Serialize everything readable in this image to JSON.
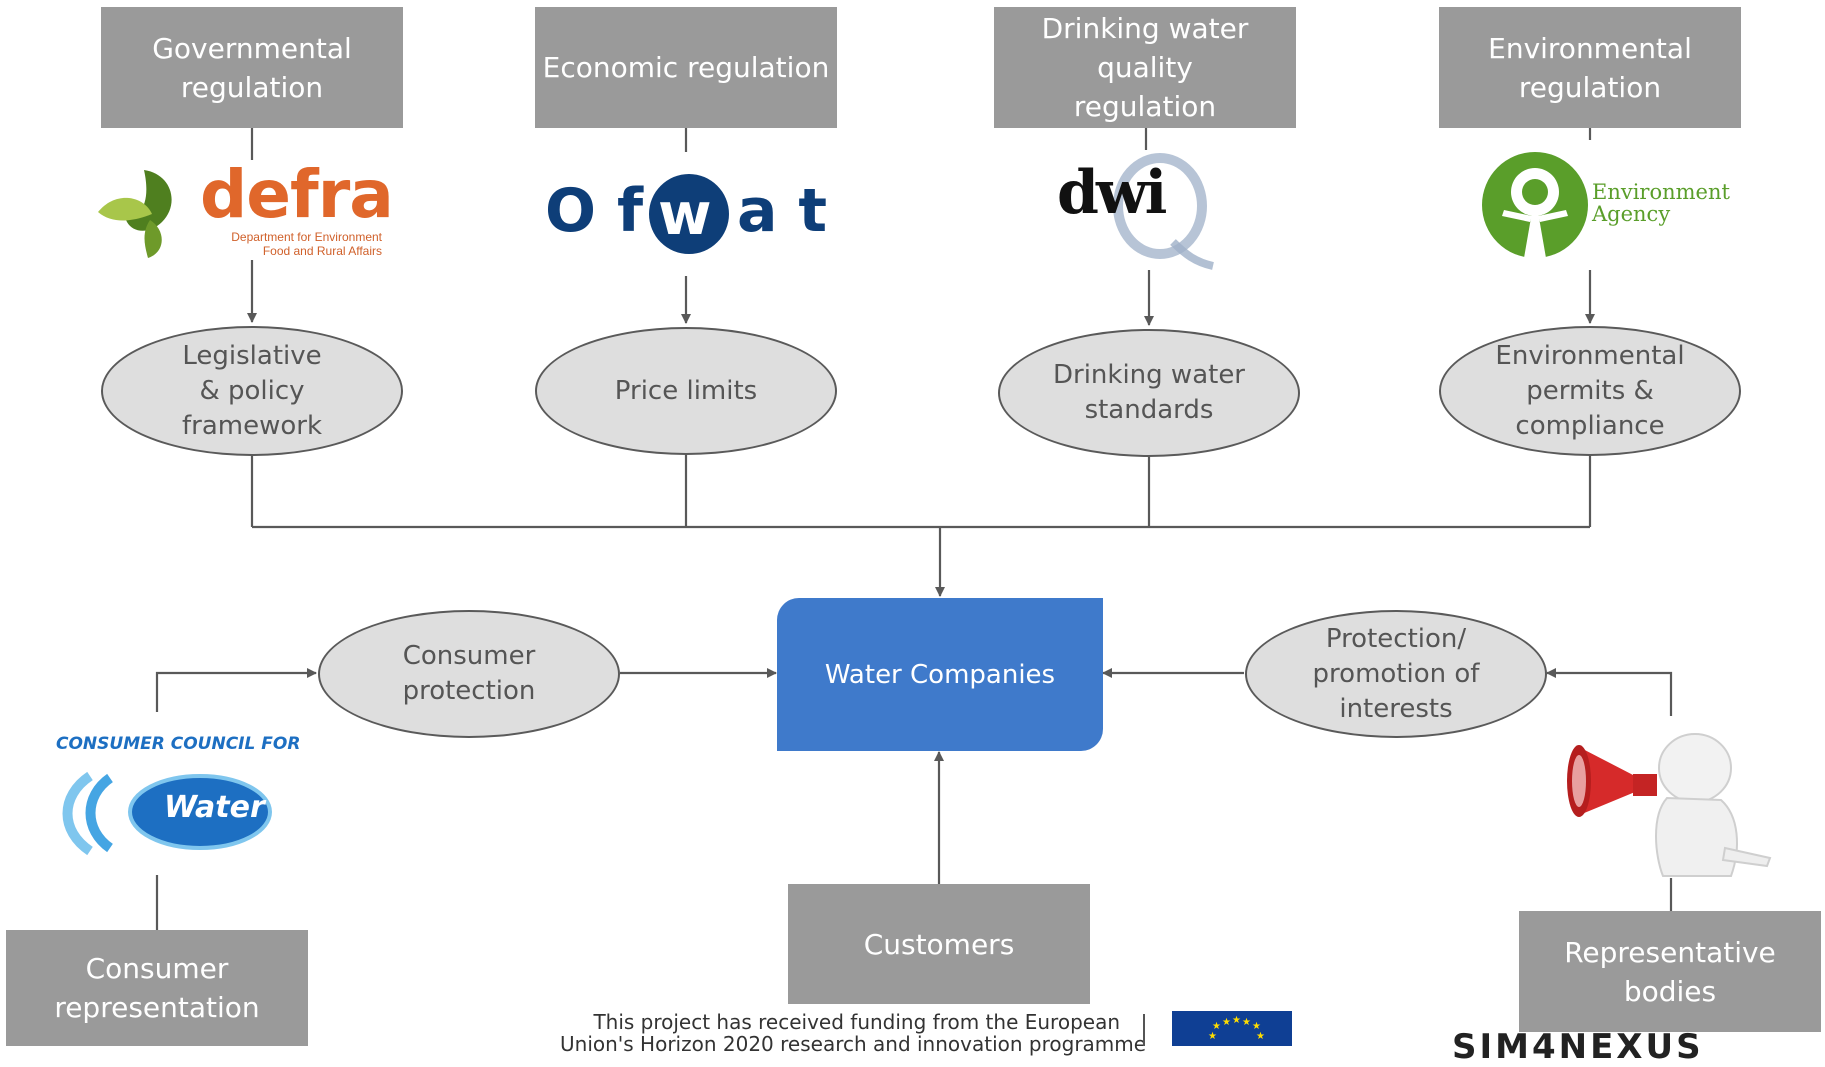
{
  "regulators": [
    {
      "title": "Governmental\nregulation",
      "logo": "defra",
      "role": "Legislative\n& policy\nframework"
    },
    {
      "title": "Economic regulation",
      "logo": "Ofwat",
      "role": "Price limits"
    },
    {
      "title": "Drinking water quality\nregulation",
      "logo": "dwi",
      "role": "Drinking water\nstandards"
    },
    {
      "title": "Environmental\nregulation",
      "logo": "Environment Agency",
      "role": "Environmental\npermits &\ncompliance"
    }
  ],
  "logos": {
    "defra_main": "defra",
    "defra_sub1": "Department for Environment",
    "defra_sub2": "Food and Rural Affairs",
    "ofwat_o": "O",
    "ofwat_f": "f",
    "ofwat_w": "w",
    "ofwat_at": "a t",
    "dwi_main": "dwi",
    "ea_line1": "Environment",
    "ea_line2": "Agency",
    "ccw_top": "CONSUMER COUNCIL FOR",
    "ccw_word": "Water"
  },
  "center": {
    "label": "Water Companies"
  },
  "left": {
    "ellipse": "Consumer\nprotection",
    "box": "Consumer\nrepresentation"
  },
  "right": {
    "ellipse": "Protection/\npromotion of\ninterests",
    "box": "Representative\nbodies"
  },
  "bottom": {
    "box": "Customers"
  },
  "funding": {
    "line1": "This project has received funding from the European",
    "line2": "Union's Horizon 2020 research and innovation programme"
  },
  "partner_logo": "SIM4NEXUS",
  "colors": {
    "grey_box": "#9a9a9a",
    "ellipse_fill": "#dedede",
    "center_blue": "#3f7acb",
    "connector": "#595959",
    "defra_orange": "#e0672b",
    "ofwat_blue": "#0e3e78",
    "ea_green": "#5a9e2a",
    "ccw_blue": "#1d6fc2"
  }
}
